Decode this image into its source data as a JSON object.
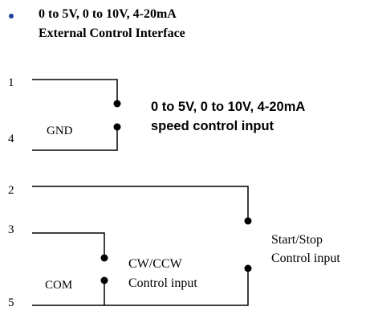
{
  "header": {
    "bullet_color": "#1f3f9f",
    "line1": "0 to 5V, 0 to 10V, 4-20mA",
    "line2": "External Control Interface"
  },
  "terminals": {
    "t1": "1",
    "t4": "4",
    "t2": "2",
    "t3": "3",
    "t5": "5"
  },
  "labels": {
    "gnd": "GND",
    "com": "COM",
    "speed_line1": "0 to 5V, 0 to 10V, 4-20mA",
    "speed_line2": "speed control input",
    "startstop_line1": "Start/Stop",
    "startstop_line2": "Control input",
    "cwccw_line1": "CW/CCW",
    "cwccw_line2": "Control input"
  },
  "colors": {
    "wire": "#000000",
    "text": "#000000"
  }
}
